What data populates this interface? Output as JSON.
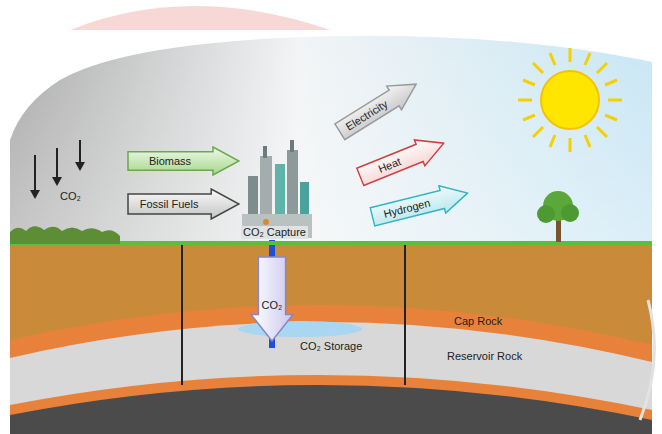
{
  "diagram": {
    "nodes": [
      {
        "text": [
          "Biomass"
        ]
      },
      {
        "text": [
          "Fossil Fuels"
        ]
      },
      {
        "text": [
          "Electricity"
        ]
      },
      {
        "text": [
          "Heat"
        ]
      },
      {
        "text": [
          "Hydrogen"
        ]
      },
      {
        "text": [
          "CO₂"
        ]
      }
    ],
    "labels": [
      "CO₂",
      "CO₂ Capture",
      "CO₂ Storage",
      "Cap Rock",
      "Reservoir Rock"
    ]
  }
}
